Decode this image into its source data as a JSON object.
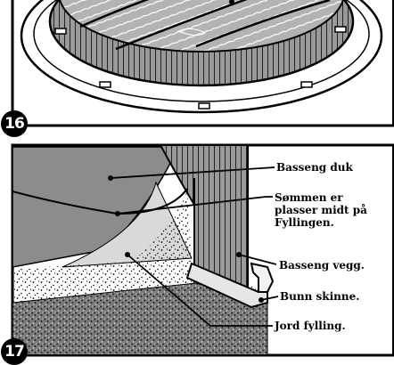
{
  "panels": [
    {
      "step": "16"
    },
    {
      "step": "17",
      "callouts": [
        "Basseng duk",
        "Sømmen er\nplasser midt på\nFyllingen.",
        "Basseng vegg.",
        "Bunn skinne.",
        "Jord fylling."
      ]
    }
  ],
  "colors": {
    "ink": "#000000",
    "liner_gray": "#8c8c8c",
    "wall_gray": "#a6a6a6",
    "floor_gray": "#bfbfbf",
    "soil_gray": "#6e6e6e"
  }
}
